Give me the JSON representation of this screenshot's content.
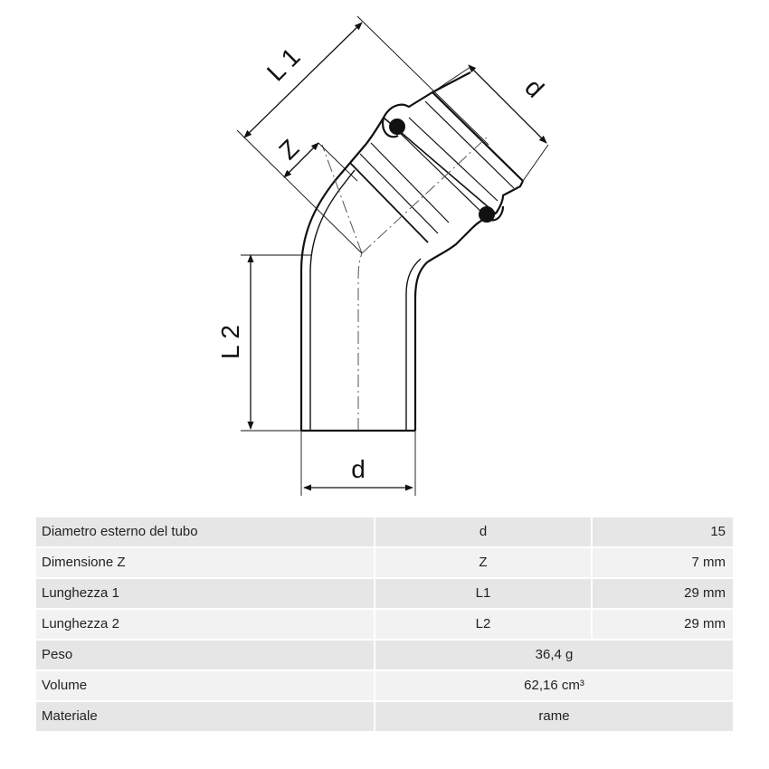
{
  "drawing": {
    "labels": {
      "L1": "L 1",
      "Z": "Z",
      "d_top": "d",
      "L2": "L 2",
      "d_bottom": "d"
    }
  },
  "spec_table": {
    "rows": [
      {
        "label": "Diametro esterno del tubo",
        "symbol": "d",
        "value": "15"
      },
      {
        "label": "Dimensione Z",
        "symbol": "Z",
        "value": "7 mm"
      },
      {
        "label": "Lunghezza 1",
        "symbol": "L1",
        "value": "29 mm"
      },
      {
        "label": "Lunghezza 2",
        "symbol": "L2",
        "value": "29 mm"
      },
      {
        "label": "Peso",
        "value": "36,4 g"
      },
      {
        "label": "Volume",
        "value": "62,16 cm³"
      },
      {
        "label": "Materiale",
        "value": "rame"
      }
    ]
  }
}
